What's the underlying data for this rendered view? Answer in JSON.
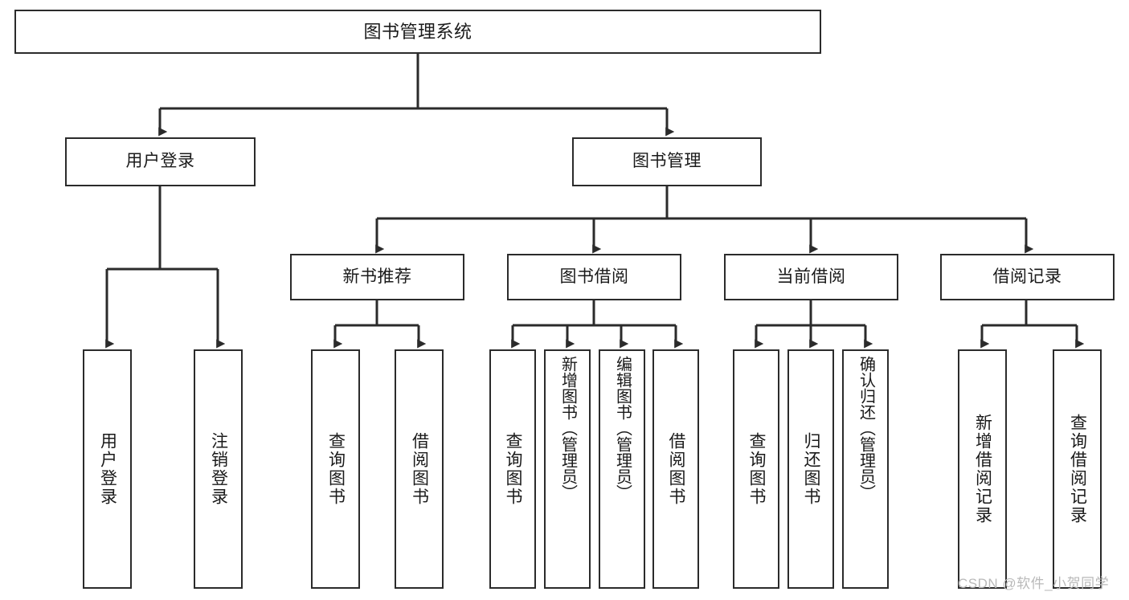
{
  "diagram": {
    "title": "图书管理系统",
    "type": "tree",
    "watermark": "CSDN @软件_小贺同学",
    "colors": {
      "box_border": "#2b2b2b",
      "box_fill": "#ffffff",
      "edge": "#2b2b2b",
      "text": "#1a1a1a",
      "watermark": "#b9b9b9"
    },
    "levels": {
      "root": {
        "label": "图书管理系统"
      },
      "level2": [
        {
          "label": "用户登录"
        },
        {
          "label": "图书管理"
        }
      ],
      "level3": [
        {
          "label": "新书推荐"
        },
        {
          "label": "图书借阅"
        },
        {
          "label": "当前借阅"
        },
        {
          "label": "借阅记录"
        }
      ],
      "leaves": {
        "user_login": [
          {
            "label": "用户登录"
          },
          {
            "label": "注销登录"
          }
        ],
        "new_book_recommend": [
          {
            "label": "查询图书"
          },
          {
            "label": "借阅图书"
          }
        ],
        "book_borrow": [
          {
            "label": "查询图书"
          },
          {
            "label": "新增图书（管理员）"
          },
          {
            "label": "编辑图书（管理员）"
          },
          {
            "label": "借阅图书"
          }
        ],
        "current_borrow": [
          {
            "label": "查询图书"
          },
          {
            "label": "归还图书"
          },
          {
            "label": "确认归还（管理员）"
          }
        ],
        "borrow_record": [
          {
            "label": "新增借阅记录"
          },
          {
            "label": "查询借阅记录"
          }
        ]
      }
    }
  }
}
